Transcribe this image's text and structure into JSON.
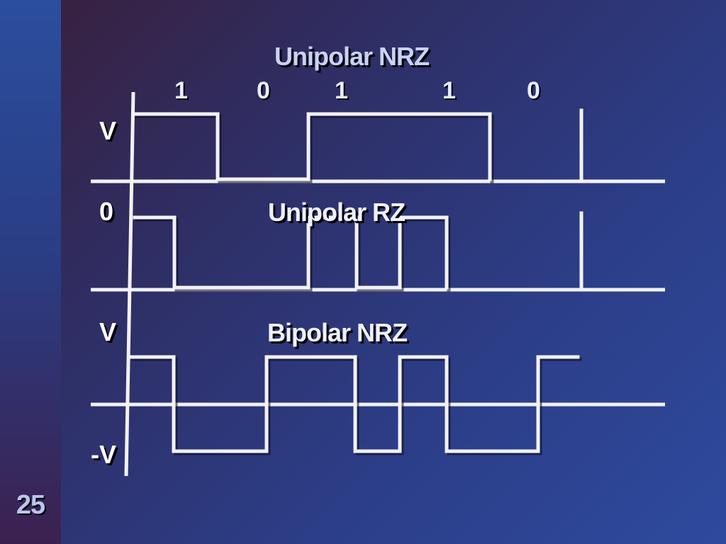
{
  "slide": {
    "number": "25",
    "colors": {
      "background_start": "#3a1f3a",
      "background_end": "#2e4a9e",
      "line": "#f2f2f6",
      "title_text": "#c9d2f6"
    }
  },
  "bits": [
    "1",
    "0",
    "1",
    "1",
    "0"
  ],
  "encodings": [
    {
      "title": "Unipolar NRZ"
    },
    {
      "title": "Unipolar RZ"
    },
    {
      "title": "Bipolar NRZ"
    }
  ],
  "level_labels": {
    "v_top": "V",
    "zero": "0",
    "v_bipolar": "V",
    "neg_v": "-V"
  }
}
